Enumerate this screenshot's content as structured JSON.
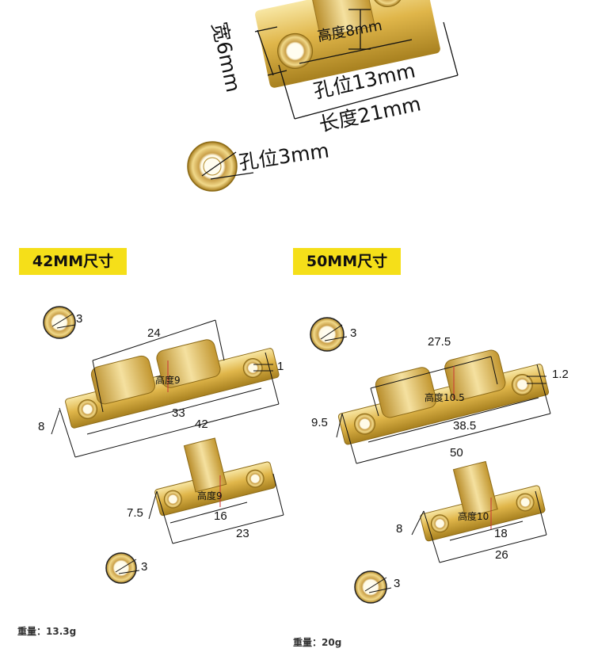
{
  "top_detail": {
    "width_label": "宽6mm",
    "height_label": "高度8mm",
    "hole_pitch_label": "孔位13mm",
    "length_label": "长度21mm",
    "hole_label": "孔位3mm"
  },
  "left_panel": {
    "banner": "42MM尺寸",
    "hole_top": "3",
    "catch_length_inner": "24",
    "catch_edge": "1",
    "catch_height": "高度9",
    "catch_width": "8",
    "catch_hole_pitch": "33",
    "catch_length": "42",
    "strike_height": "高度9",
    "strike_width": "7.5",
    "strike_hole_pitch": "16",
    "strike_length": "23",
    "hole_bottom": "3",
    "weight": "重量：13.3g"
  },
  "right_panel": {
    "banner": "50MM尺寸",
    "hole_top": "3",
    "catch_length_inner": "27.5",
    "catch_edge": "1.2",
    "catch_height": "高度10.5",
    "catch_width": "9.5",
    "catch_hole_pitch": "38.5",
    "catch_length": "50",
    "strike_height": "高度10",
    "strike_width": "8",
    "strike_hole_pitch": "18",
    "strike_length": "26",
    "hole_bottom": "3",
    "weight": "重量：20g"
  },
  "colors": {
    "banner": "#f5df19",
    "brass": "#e2b94a",
    "brass_dark": "#a97f1c",
    "brass_light": "#f6e6a6"
  }
}
